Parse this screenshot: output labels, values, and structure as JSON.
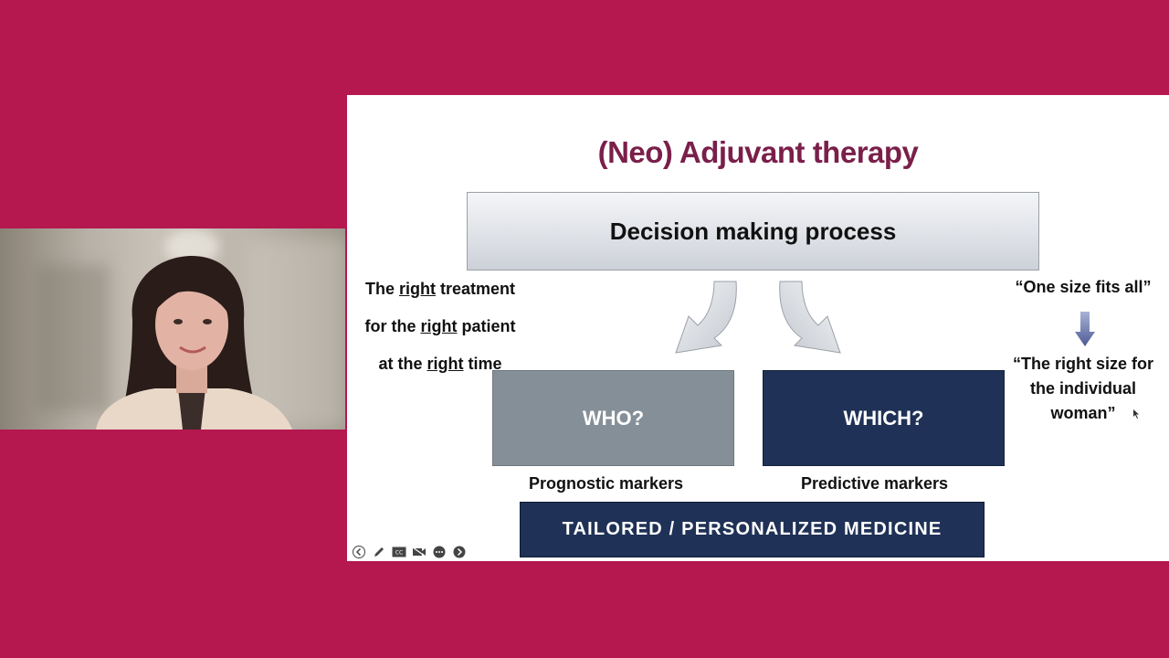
{
  "slide": {
    "title": "(Neo) Adjuvant therapy",
    "decision_box": "Decision making process",
    "left_text": {
      "line1_pre": "The ",
      "line1_u": "right",
      "line1_post": " treatment",
      "line2_pre": "for the ",
      "line2_u": "right",
      "line2_post": " patient",
      "line3_pre": "at the ",
      "line3_u": "right",
      "line3_post": " time"
    },
    "who_box": "WHO?",
    "which_box": "WHICH?",
    "prognostic_label": "Prognostic markers",
    "predictive_label": "Predictive markers",
    "tailored_banner": "TAILORED / PERSONALIZED MEDICINE",
    "one_size": "“One size fits all”",
    "right_size_line1": "“The right size for",
    "right_size_line2": "the individual",
    "right_size_line3": "woman”"
  },
  "colors": {
    "background": "#b5174f",
    "title": "#7a1f4a",
    "navy_box": "#1f3156",
    "gray_box": "#858f97"
  },
  "toolbar": {
    "icons": [
      "back-icon",
      "pen-icon",
      "captions-icon",
      "video-off-icon",
      "more-icon",
      "forward-icon"
    ]
  }
}
